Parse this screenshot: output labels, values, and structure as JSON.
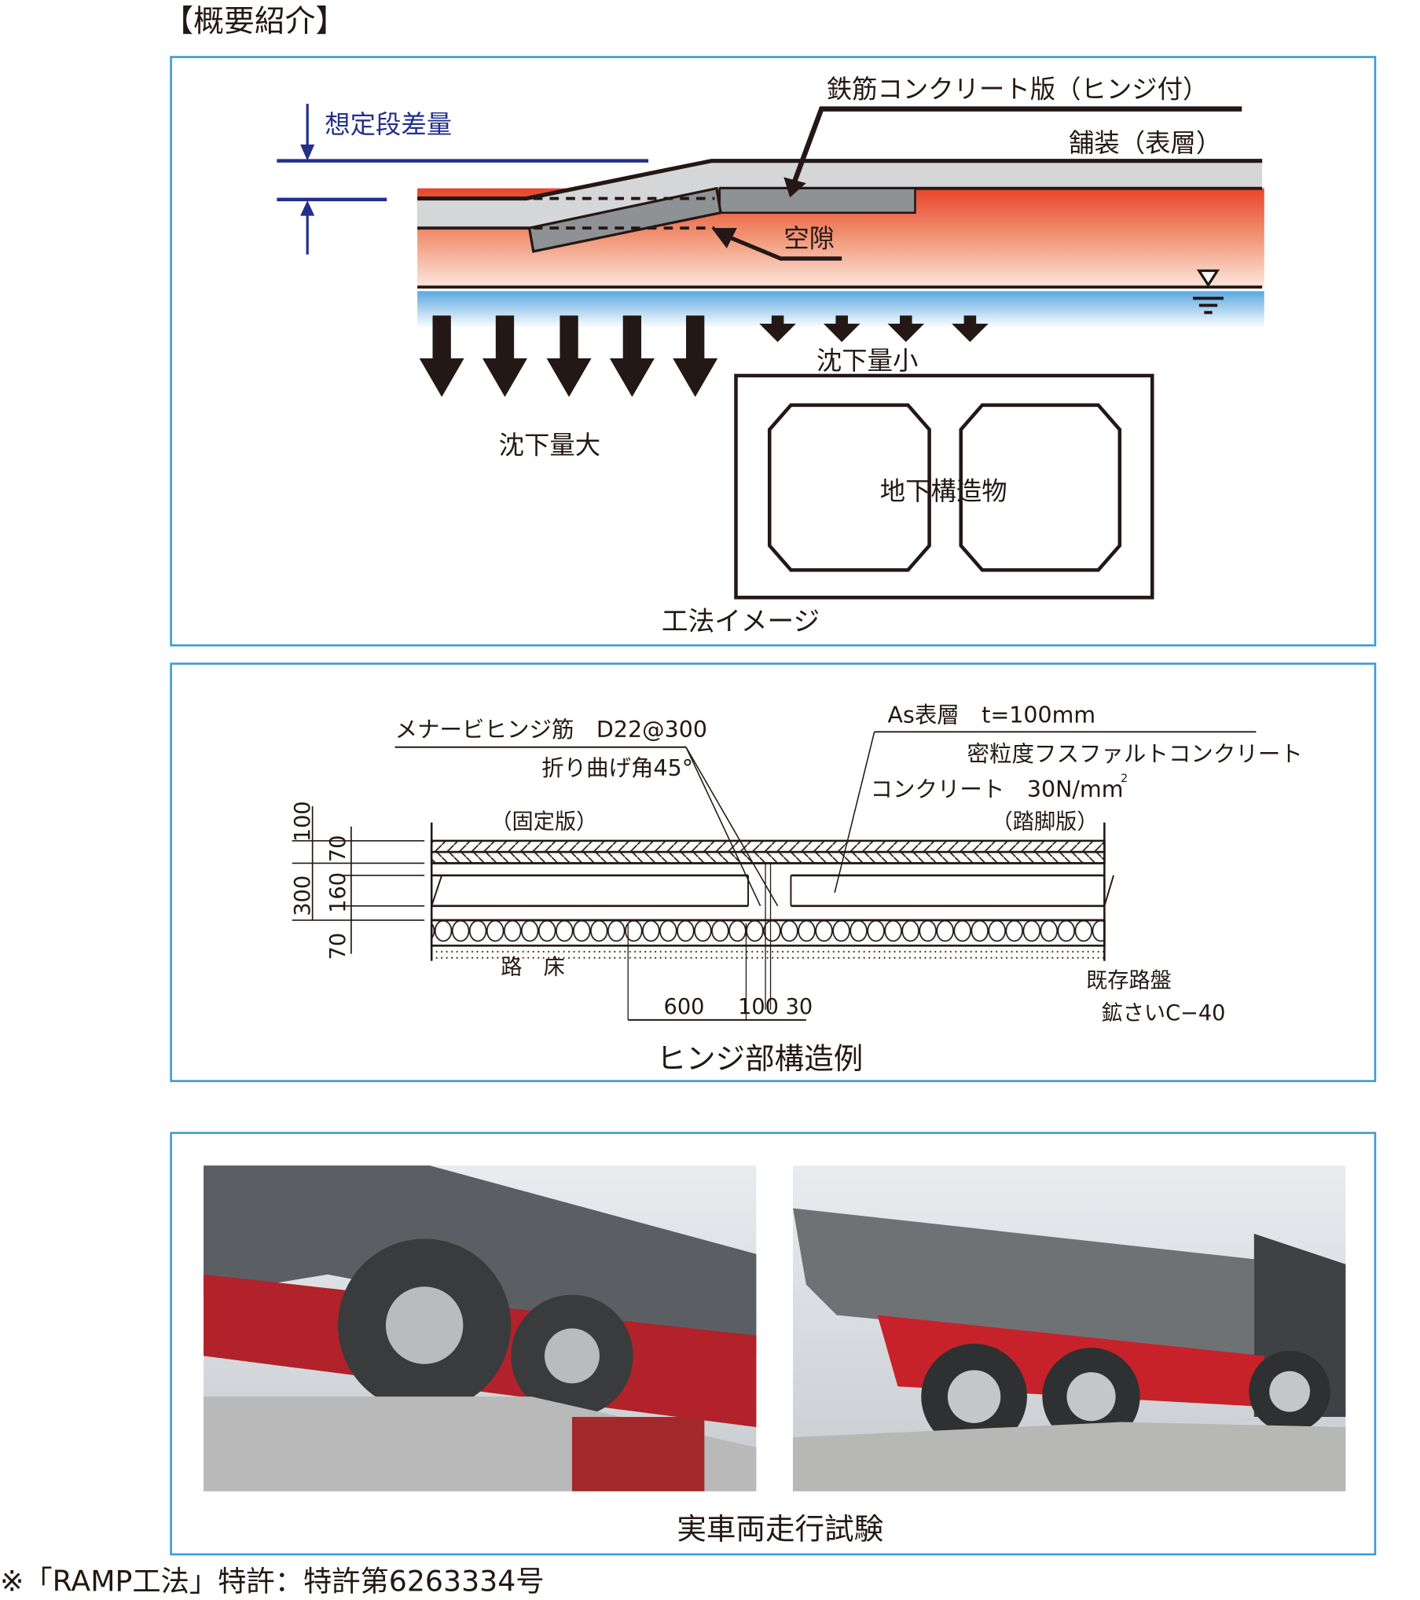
{
  "heading": "【概要紹介】",
  "method_image": {
    "step_label": "想定段差量",
    "slab_label": "鉄筋コンクリート版（ヒンジ付）",
    "pavement_label": "舗装（表層）",
    "void_label": "空隙",
    "small_settlement": "沈下量小",
    "large_settlement": "沈下量大",
    "structure_label": "地下構造物",
    "caption": "工法イメージ",
    "colors": {
      "frame": "#3a9ad9",
      "soil_top": "#e8442a",
      "water": "#5aa7e0",
      "step_marker": "#23308a"
    }
  },
  "hinge_section": {
    "rebar_label": "メナービヒンジ筋　D22@300",
    "bend_label": "折り曲げ角45°",
    "surface_label": "As表層　t=100mm",
    "asphalt_label": "密粒度フスファルトコンクリート",
    "concrete_label": "コンクリート　30N/mm",
    "concrete_sup": "2",
    "fixed_slab": "（固定版）",
    "approach_slab": "（踏脚版）",
    "dims_left": [
      "100",
      "70",
      "300",
      "160",
      "70"
    ],
    "subgrade": "路　床",
    "base_label": "既存路盤",
    "base_material": "鉱さいC−40",
    "dim_600": "600",
    "dim_100_30": "100 30",
    "caption": "ヒンジ部構造例"
  },
  "vehicle_test": {
    "caption": "実車両走行試験"
  },
  "footnote": "※「RAMP工法」特許：特許第6263334号"
}
